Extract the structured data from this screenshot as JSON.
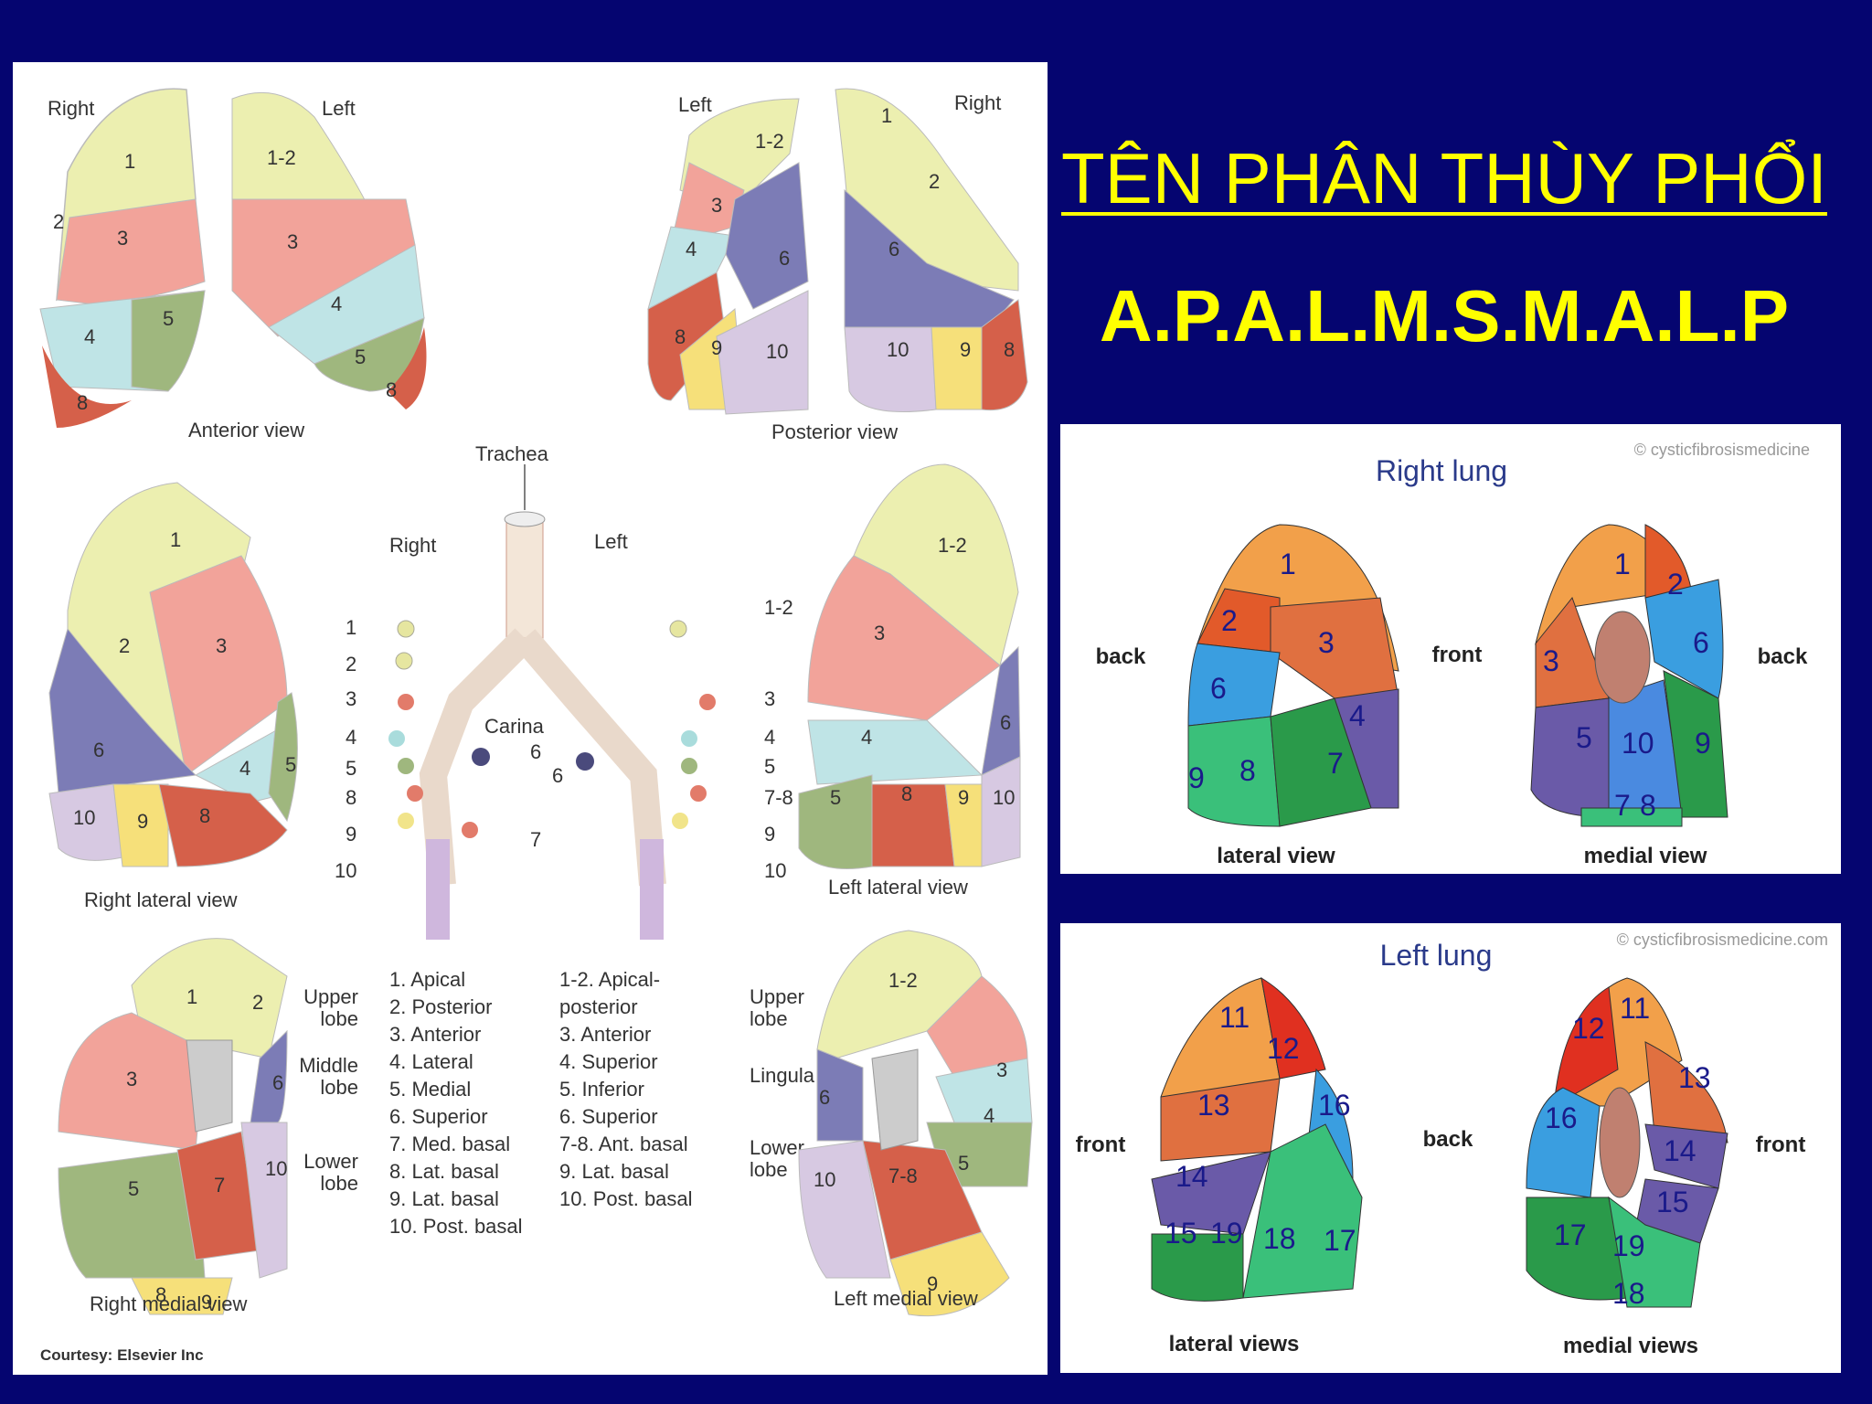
{
  "title": "TÊN PHÂN THÙY PHỔI",
  "mnemonic": "A.P.A.L.M.S.M.A.L.P",
  "atlas": {
    "anterior": {
      "right": "Right",
      "left": "Left",
      "caption": "Anterior view"
    },
    "posterior": {
      "left": "Left",
      "right": "Right",
      "caption": "Posterior view"
    },
    "right_lateral_caption": "Right lateral view",
    "left_lateral_caption": "Left lateral view",
    "right_medial_caption": "Right medial view",
    "left_medial_caption": "Left medial view",
    "bronchi": {
      "trachea": "Trachea",
      "right": "Right",
      "left": "Left",
      "carina": "Carina",
      "right_labels": [
        "1",
        "2",
        "3",
        "4",
        "5",
        "8",
        "9",
        "10",
        "6",
        "7"
      ],
      "left_labels": [
        "1-2",
        "3",
        "4",
        "5",
        "7-8",
        "9",
        "10",
        "6"
      ]
    },
    "legend": {
      "right": [
        {
          "group": "Upper lobe",
          "items": [
            "1. Apical",
            "2. Posterior",
            "3. Anterior"
          ]
        },
        {
          "group": "Middle lobe",
          "items": [
            "4. Lateral",
            "5. Medial"
          ]
        },
        {
          "group": "Lower lobe",
          "items": [
            "6. Superior",
            "7. Med. basal",
            "8. Lat. basal",
            "9. Lat. basal",
            "10. Post. basal"
          ]
        }
      ],
      "left": [
        {
          "group": "Upper lobe",
          "items": [
            "1-2. Apical-",
            "posterior",
            "3. Anterior"
          ]
        },
        {
          "group": "Lingula",
          "items": [
            "4. Superior",
            "5. Inferior"
          ]
        },
        {
          "group": "Lower lobe",
          "items": [
            "6. Superior",
            "7-8. Ant. basal",
            "9. Lat. basal",
            "10. Post. basal"
          ]
        }
      ]
    },
    "courtesy": "Courtesy: Elsevier Inc"
  },
  "right_lung_panel": {
    "title": "Right lung",
    "copyright": "© cysticfibrosismedicine",
    "back_left": "back",
    "front": "front",
    "back_right": "back",
    "lateral_caption": "lateral view",
    "medial_caption": "medial view"
  },
  "left_lung_panel": {
    "title": "Left lung",
    "copyright": "© cysticfibrosismedicine.com",
    "front_left": "front",
    "back": "back",
    "front_right": "front",
    "lateral_caption": "lateral views",
    "medial_caption": "medial views"
  },
  "colors": {
    "background": "#050570",
    "title": "#ffff00",
    "seg_yellow": "#ecefb0",
    "seg_pink": "#f2a39a",
    "seg_cyan": "#bfe4e6",
    "seg_green": "#9fb77e",
    "seg_red": "#d5604a",
    "seg_purple": "#7c7cb6",
    "seg_lilac": "#d7c9e2",
    "seg_gold": "#f6e07a"
  }
}
